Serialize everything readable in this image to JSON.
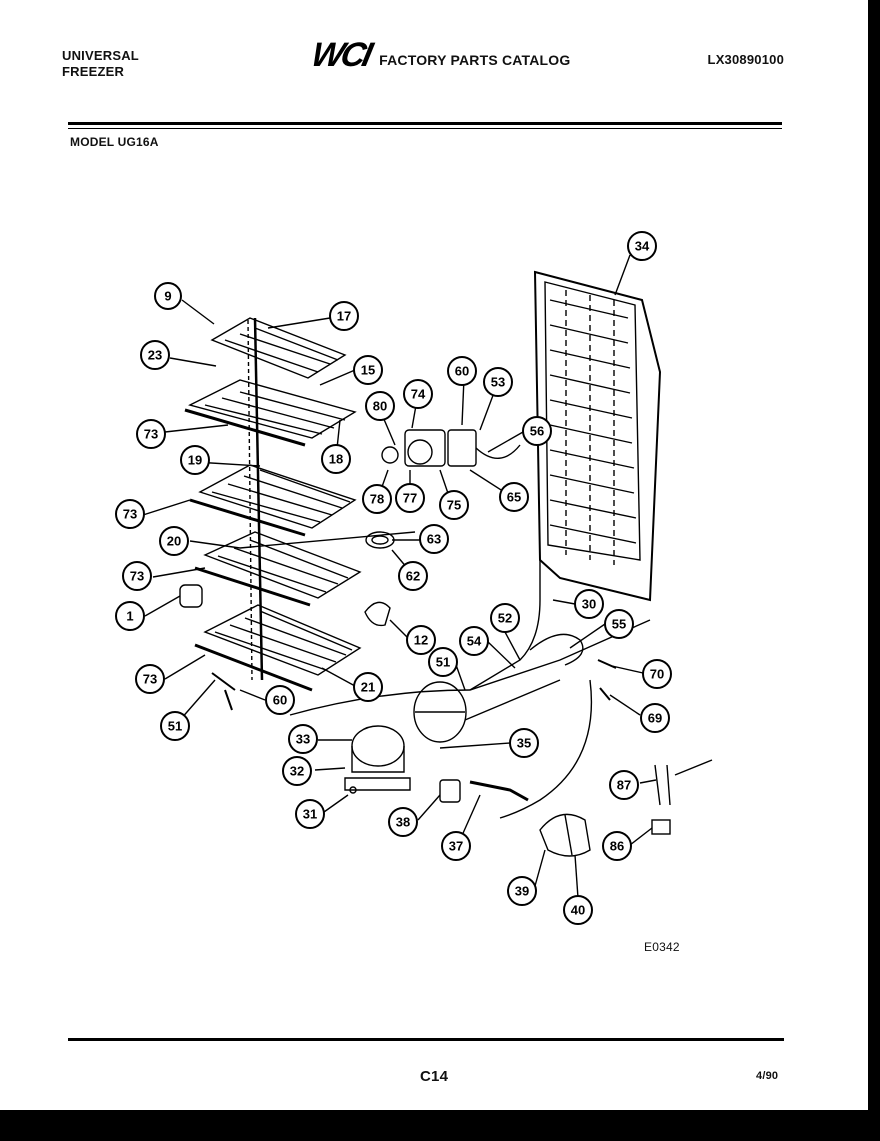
{
  "header": {
    "brand_line1": "UNIVERSAL",
    "brand_line2": "FREEZER",
    "logo": "WCI",
    "catalog_title": "FACTORY PARTS CATALOG",
    "catalog_code": "LX30890100",
    "model": "MODEL UG16A"
  },
  "diagram": {
    "figure_code": "E0342",
    "callouts": [
      "9",
      "17",
      "23",
      "15",
      "73",
      "80",
      "74",
      "60",
      "53",
      "18",
      "56",
      "19",
      "78",
      "77",
      "75",
      "65",
      "73",
      "20",
      "63",
      "62",
      "73",
      "1",
      "52",
      "30",
      "55",
      "12",
      "54",
      "51",
      "70",
      "73",
      "21",
      "60",
      "51",
      "69",
      "33",
      "35",
      "32",
      "87",
      "31",
      "38",
      "37",
      "86",
      "39",
      "40",
      "34"
    ]
  },
  "footer": {
    "page": "C14",
    "date": "4/90"
  }
}
